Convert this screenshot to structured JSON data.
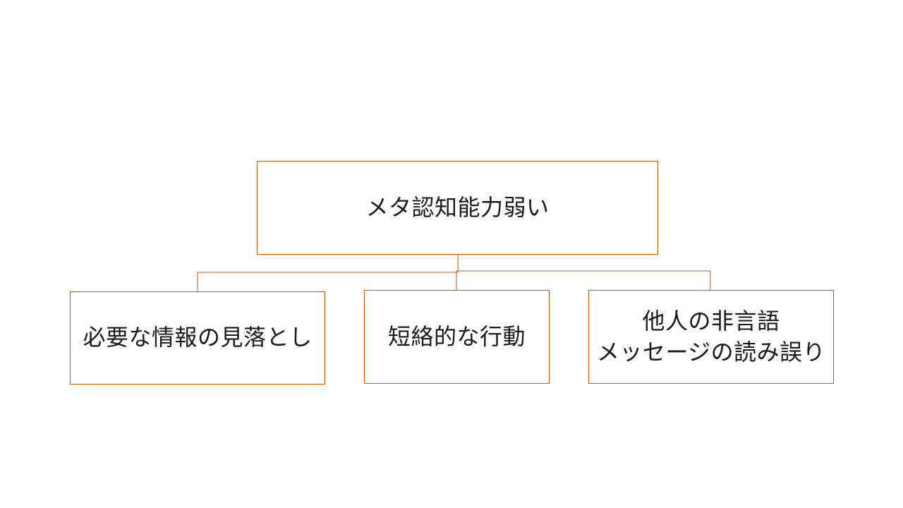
{
  "diagram": {
    "type": "hierarchy",
    "colors": {
      "box_border": "#c55a11",
      "connector": "#c55a11",
      "background": "#ffffff",
      "text": "#1a1a1a"
    },
    "root": {
      "label": "メタ認知能力弱い"
    },
    "children": [
      {
        "lines": [
          "必要な情報の見落とし"
        ]
      },
      {
        "lines": [
          "短絡的な行動"
        ]
      },
      {
        "lines": [
          "他人の非言語",
          "メッセージの読み誤り"
        ]
      }
    ]
  }
}
